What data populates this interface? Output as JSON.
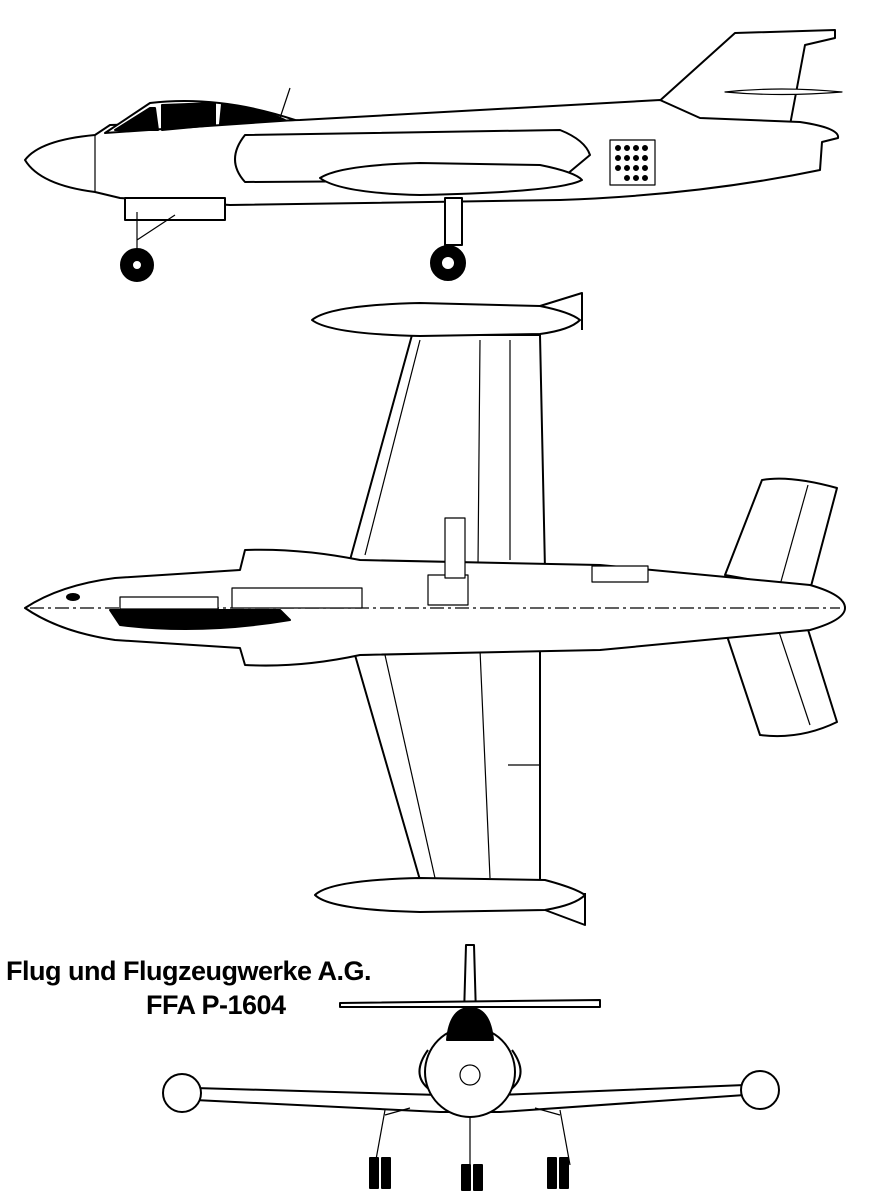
{
  "title": {
    "manufacturer": "Flug und Flugzeugwerke A.G.",
    "model": "FFA P-1604"
  },
  "views": [
    "side-view",
    "top-view",
    "front-view"
  ]
}
